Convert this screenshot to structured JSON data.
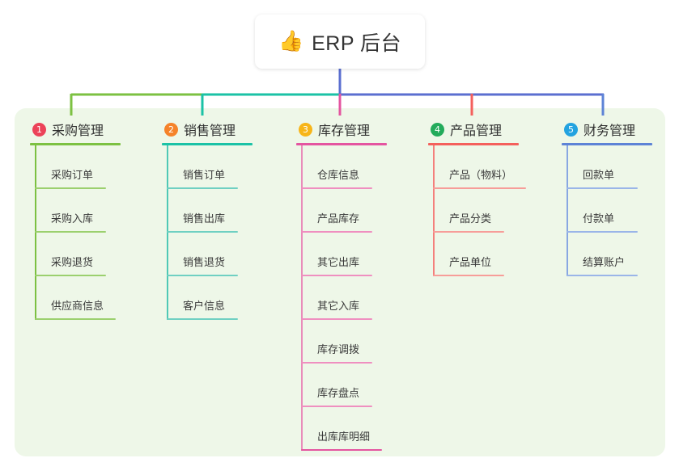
{
  "diagram": {
    "type": "mind-map",
    "root": {
      "icon": "thumbs-up-icon",
      "emoji": "👍",
      "title": "ERP 后台"
    },
    "panel_color": "#eef7e8",
    "branches": [
      {
        "number": "1",
        "title": "采购管理",
        "badge_color": "#ec4359",
        "line_color": "#7cc142",
        "items": [
          "采购订单",
          "采购入库",
          "采购退货",
          "供应商信息"
        ]
      },
      {
        "number": "2",
        "title": "销售管理",
        "badge_color": "#f5832a",
        "line_color": "#1bc2a6",
        "items": [
          "销售订单",
          "销售出库",
          "销售退货",
          "客户信息"
        ]
      },
      {
        "number": "3",
        "title": "库存管理",
        "badge_color": "#f7b519",
        "line_color": "#e455a0",
        "items": [
          "仓库信息",
          "产品库存",
          "其它出库",
          "其它入库",
          "库存调拨",
          "库存盘点",
          "出库库明细"
        ]
      },
      {
        "number": "4",
        "title": "产品管理",
        "badge_color": "#23ab5b",
        "line_color": "#f4605c",
        "items": [
          "产品（物料）",
          "产品分类",
          "产品单位"
        ]
      },
      {
        "number": "5",
        "title": "财务管理",
        "badge_color": "#23a3e0",
        "line_color": "#5d83d6",
        "items": [
          "回款单",
          "付款单",
          "结算账户"
        ]
      }
    ],
    "bus": {
      "stem_color": "#5b6fd0",
      "segment_colors": [
        "#7cc142",
        "#1bc2a6",
        "#5b6fd0"
      ]
    }
  }
}
